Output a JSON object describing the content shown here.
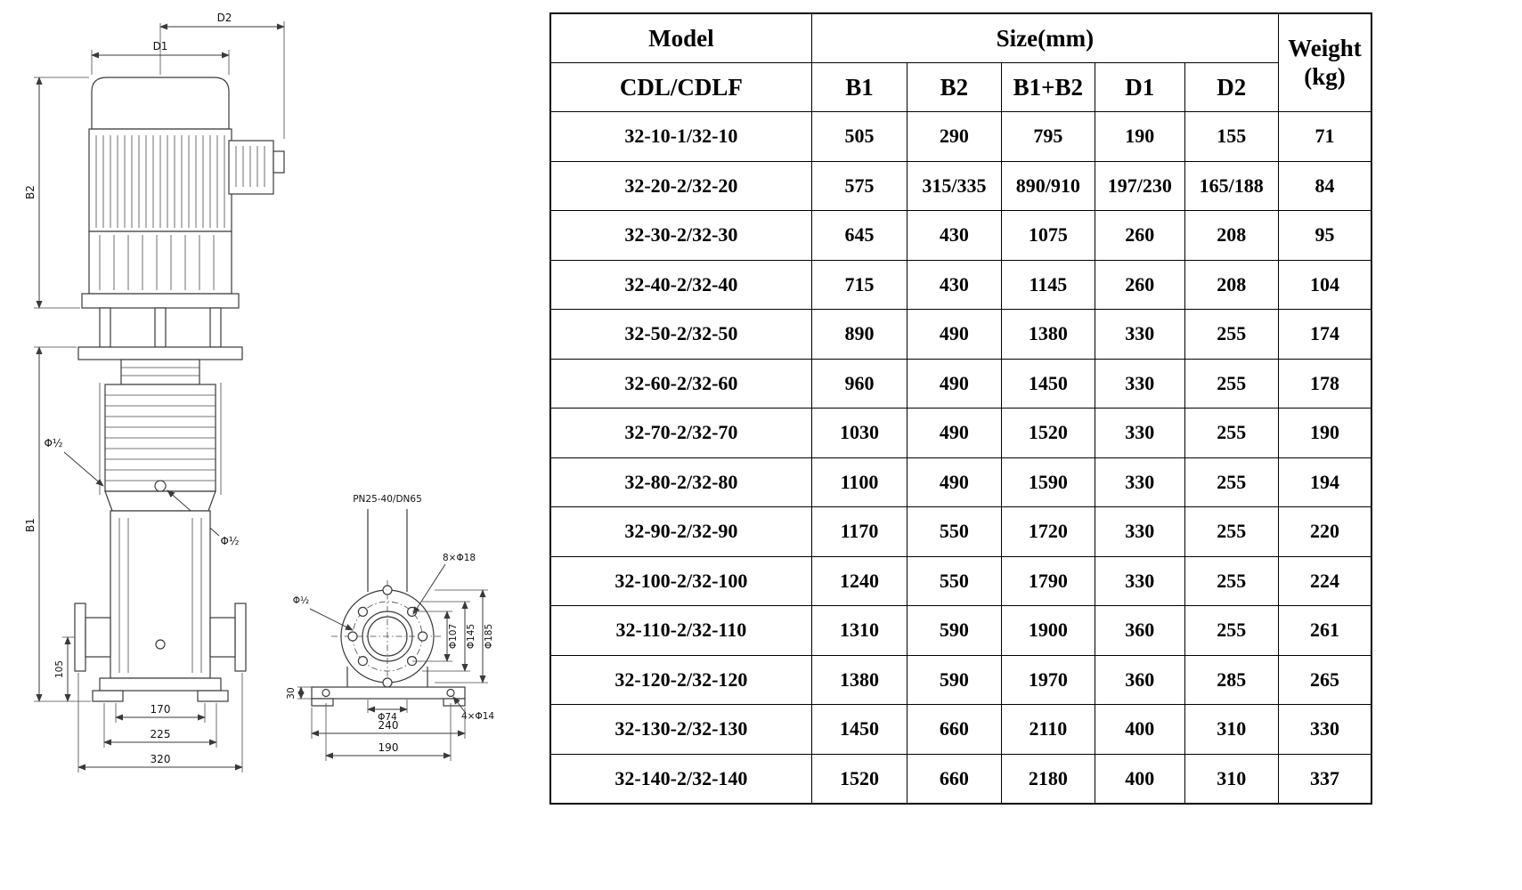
{
  "colors": {
    "ink": "#111111",
    "line": "#3a3a3a",
    "background": "#ffffff"
  },
  "drawing": {
    "front_view": {
      "dim_d2": "D2",
      "dim_d1": "D1",
      "dim_b2": "B2",
      "dim_b1": "B1",
      "plug_upper": "Φ½",
      "plug_lower": "Φ½",
      "dim_105": "105",
      "dim_170": "170",
      "dim_225": "225",
      "dim_320": "320"
    },
    "flange_view": {
      "flange_spec": "PN25-40/DN65",
      "bolt_holes": "8×Φ18",
      "plug": "Φ½",
      "dia_raised_face": "Φ107",
      "dia_bolt_circle": "Φ145",
      "dia_outer": "Φ185",
      "dia_bore": "Φ74",
      "base_holes": "4×Φ14",
      "dim_base_width": "240",
      "dim_hole_spacing": "190",
      "dim_base_height": "30"
    }
  },
  "table": {
    "header": {
      "model": "Model",
      "model_sub": "CDL/CDLF",
      "size_group": "Size(mm)",
      "col_b1": "B1",
      "col_b2": "B2",
      "col_b1b2": "B1+B2",
      "col_d1": "D1",
      "col_d2": "D2",
      "weight_line1": "Weight",
      "weight_line2": "(kg)"
    },
    "rows": [
      [
        "32-10-1/32-10",
        "505",
        "290",
        "795",
        "190",
        "155",
        "71"
      ],
      [
        "32-20-2/32-20",
        "575",
        "315/335",
        "890/910",
        "197/230",
        "165/188",
        "84"
      ],
      [
        "32-30-2/32-30",
        "645",
        "430",
        "1075",
        "260",
        "208",
        "95"
      ],
      [
        "32-40-2/32-40",
        "715",
        "430",
        "1145",
        "260",
        "208",
        "104"
      ],
      [
        "32-50-2/32-50",
        "890",
        "490",
        "1380",
        "330",
        "255",
        "174"
      ],
      [
        "32-60-2/32-60",
        "960",
        "490",
        "1450",
        "330",
        "255",
        "178"
      ],
      [
        "32-70-2/32-70",
        "1030",
        "490",
        "1520",
        "330",
        "255",
        "190"
      ],
      [
        "32-80-2/32-80",
        "1100",
        "490",
        "1590",
        "330",
        "255",
        "194"
      ],
      [
        "32-90-2/32-90",
        "1170",
        "550",
        "1720",
        "330",
        "255",
        "220"
      ],
      [
        "32-100-2/32-100",
        "1240",
        "550",
        "1790",
        "330",
        "255",
        "224"
      ],
      [
        "32-110-2/32-110",
        "1310",
        "590",
        "1900",
        "360",
        "255",
        "261"
      ],
      [
        "32-120-2/32-120",
        "1380",
        "590",
        "1970",
        "360",
        "285",
        "265"
      ],
      [
        "32-130-2/32-130",
        "1450",
        "660",
        "2110",
        "400",
        "310",
        "330"
      ],
      [
        "32-140-2/32-140",
        "1520",
        "660",
        "2180",
        "400",
        "310",
        "337"
      ]
    ]
  }
}
